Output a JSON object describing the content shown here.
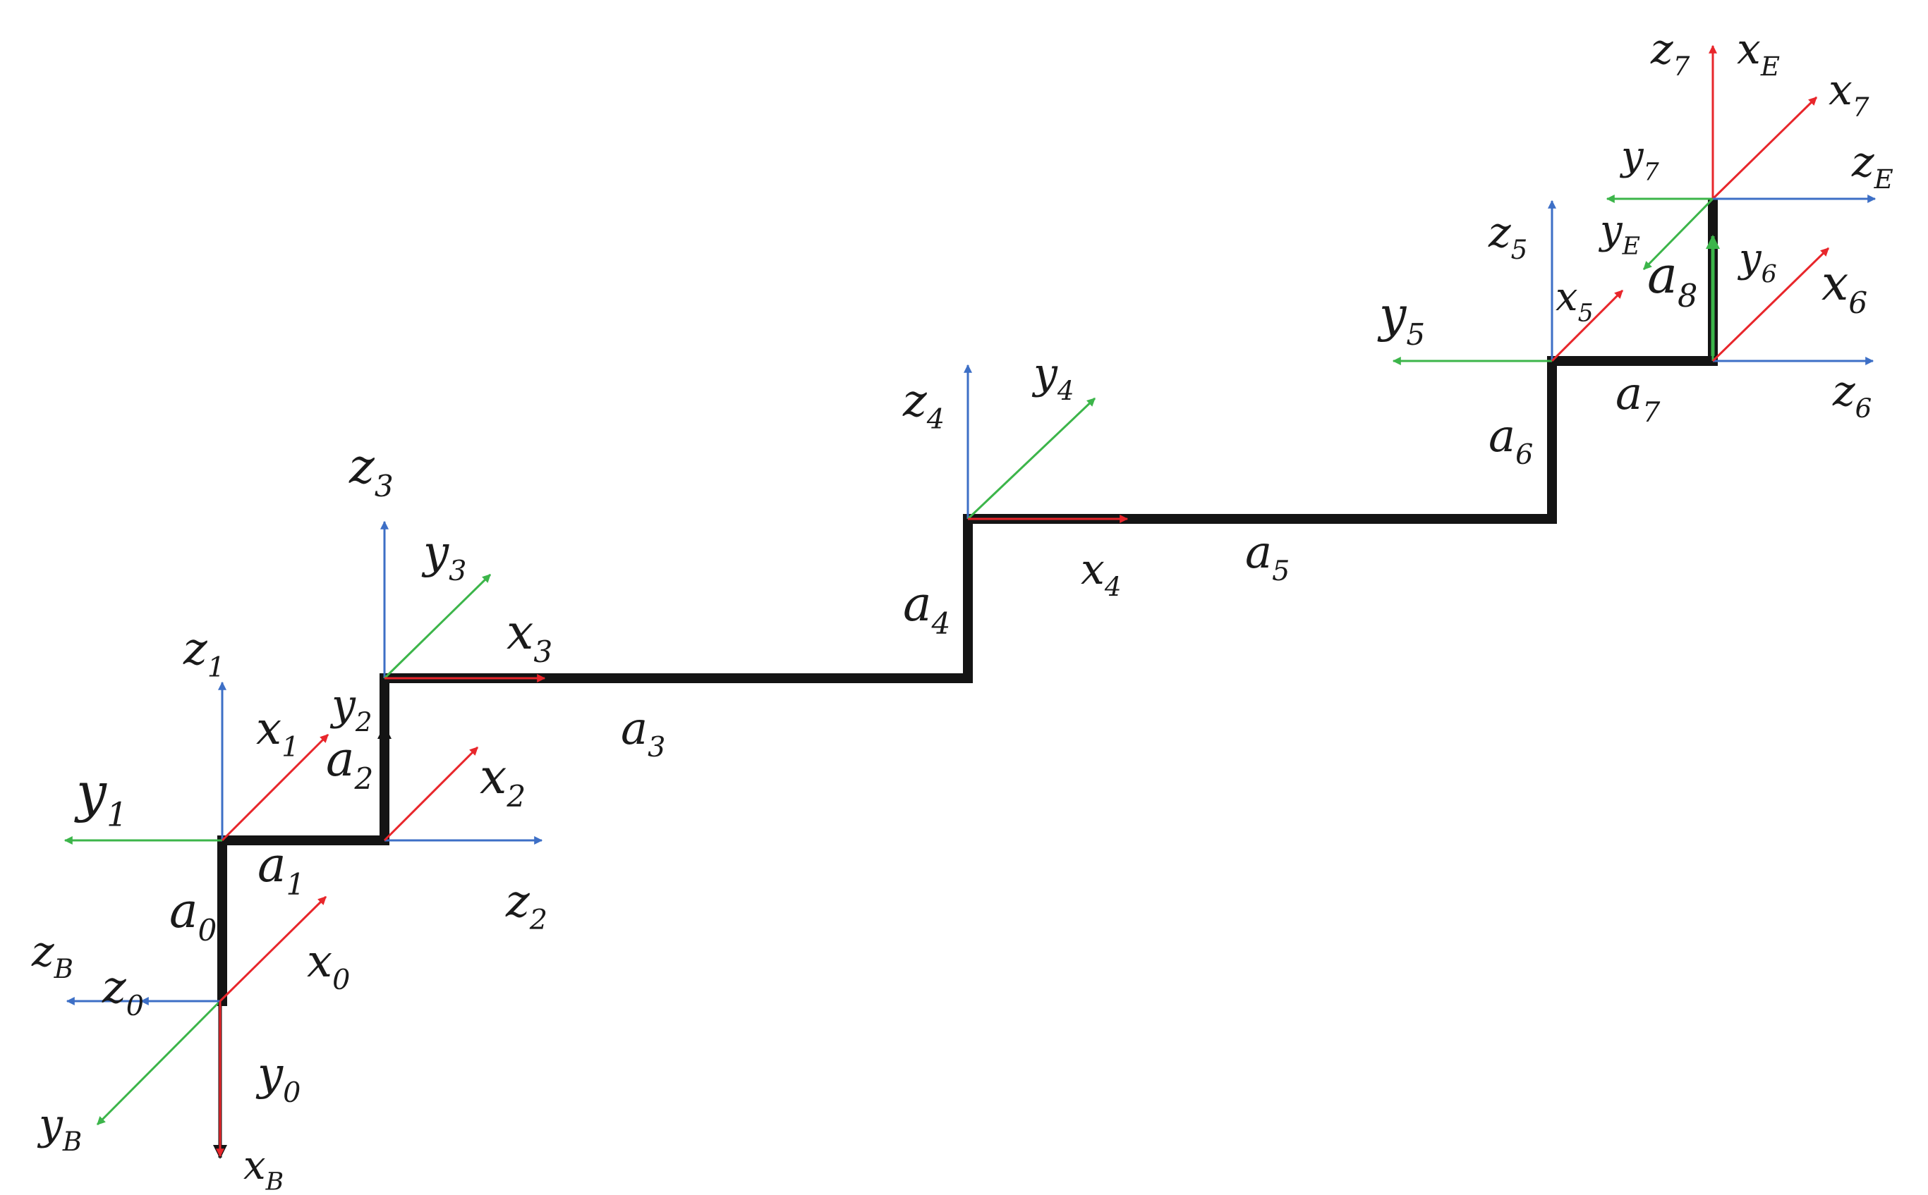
{
  "colors": {
    "link": "#141414",
    "x": "#e8262b",
    "y": "#3cb54a",
    "z": "#3d6fc6",
    "base_x": "#141414"
  },
  "links": [
    {
      "id": "a0",
      "label": "a",
      "sub": "0"
    },
    {
      "id": "a1",
      "label": "a",
      "sub": "1"
    },
    {
      "id": "a2",
      "label": "a",
      "sub": "2"
    },
    {
      "id": "a3",
      "label": "a",
      "sub": "3"
    },
    {
      "id": "a4",
      "label": "a",
      "sub": "4"
    },
    {
      "id": "a5",
      "label": "a",
      "sub": "5"
    },
    {
      "id": "a6",
      "label": "a",
      "sub": "6"
    },
    {
      "id": "a7",
      "label": "a",
      "sub": "7"
    },
    {
      "id": "a8",
      "label": "a",
      "sub": "8"
    }
  ],
  "axes": [
    {
      "id": "zB",
      "axis": "z",
      "label": "z",
      "sub": "B"
    },
    {
      "id": "yB",
      "axis": "y",
      "label": "y",
      "sub": "B"
    },
    {
      "id": "xB",
      "axis": "x",
      "label": "x",
      "sub": "B"
    },
    {
      "id": "z0",
      "axis": "z",
      "label": "z",
      "sub": "0"
    },
    {
      "id": "y0",
      "axis": "y",
      "label": "y",
      "sub": "0"
    },
    {
      "id": "x0",
      "axis": "x",
      "label": "x",
      "sub": "0"
    },
    {
      "id": "z1",
      "axis": "z",
      "label": "z",
      "sub": "1"
    },
    {
      "id": "y1",
      "axis": "y",
      "label": "y",
      "sub": "1"
    },
    {
      "id": "x1",
      "axis": "x",
      "label": "x",
      "sub": "1"
    },
    {
      "id": "z2",
      "axis": "z",
      "label": "z",
      "sub": "2"
    },
    {
      "id": "y2",
      "axis": "y",
      "label": "y",
      "sub": "2"
    },
    {
      "id": "x2",
      "axis": "x",
      "label": "x",
      "sub": "2"
    },
    {
      "id": "z3",
      "axis": "z",
      "label": "z",
      "sub": "3"
    },
    {
      "id": "y3",
      "axis": "y",
      "label": "y",
      "sub": "3"
    },
    {
      "id": "x3",
      "axis": "x",
      "label": "x",
      "sub": "3"
    },
    {
      "id": "z4",
      "axis": "z",
      "label": "z",
      "sub": "4"
    },
    {
      "id": "y4",
      "axis": "y",
      "label": "y",
      "sub": "4"
    },
    {
      "id": "x4",
      "axis": "x",
      "label": "x",
      "sub": "4"
    },
    {
      "id": "z5",
      "axis": "z",
      "label": "z",
      "sub": "5"
    },
    {
      "id": "y5",
      "axis": "y",
      "label": "y",
      "sub": "5"
    },
    {
      "id": "x5",
      "axis": "x",
      "label": "x",
      "sub": "5"
    },
    {
      "id": "z6",
      "axis": "z",
      "label": "z",
      "sub": "6"
    },
    {
      "id": "y6",
      "axis": "y",
      "label": "y",
      "sub": "6"
    },
    {
      "id": "x6",
      "axis": "x",
      "label": "x",
      "sub": "6"
    },
    {
      "id": "z7",
      "axis": "z",
      "label": "z",
      "sub": "7"
    },
    {
      "id": "y7",
      "axis": "y",
      "label": "y",
      "sub": "7"
    },
    {
      "id": "x7",
      "axis": "x",
      "label": "x",
      "sub": "7"
    },
    {
      "id": "zE",
      "axis": "z",
      "label": "z",
      "sub": "E"
    },
    {
      "id": "yE",
      "axis": "y",
      "label": "y",
      "sub": "E"
    },
    {
      "id": "xE",
      "axis": "x",
      "label": "x",
      "sub": "E"
    }
  ]
}
